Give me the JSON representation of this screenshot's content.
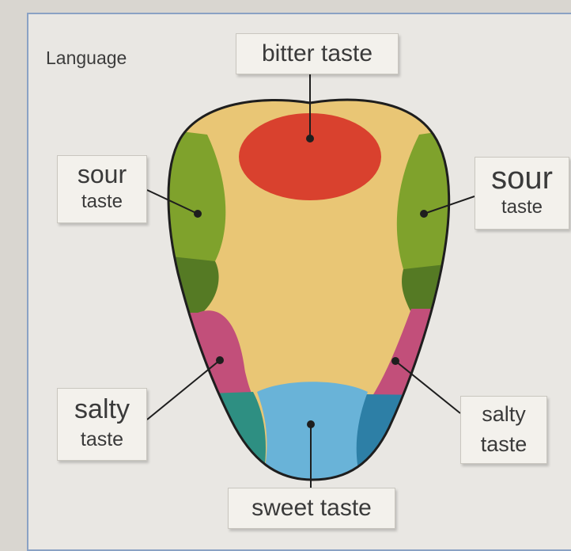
{
  "title": "Language",
  "labels": {
    "bitter": "bitter taste",
    "sweet": "sweet taste",
    "sour_left": {
      "word": "sour",
      "sub": "taste"
    },
    "sour_right": {
      "word": "sour",
      "sub": "taste"
    },
    "salty_left": {
      "word": "salty",
      "sub": "taste"
    },
    "salty_right": {
      "word": "salty",
      "sub": "taste"
    }
  },
  "colors": {
    "base": "#e9c675",
    "bitter": "#d9412e",
    "sour": "#7fa22c",
    "sour_dark": "#557a24",
    "salty": "#c24f7a",
    "sweet": "#69b3d8",
    "teal": "#2e8f82",
    "outline": "#1e1e1e",
    "frame": "#8aa2c4"
  }
}
